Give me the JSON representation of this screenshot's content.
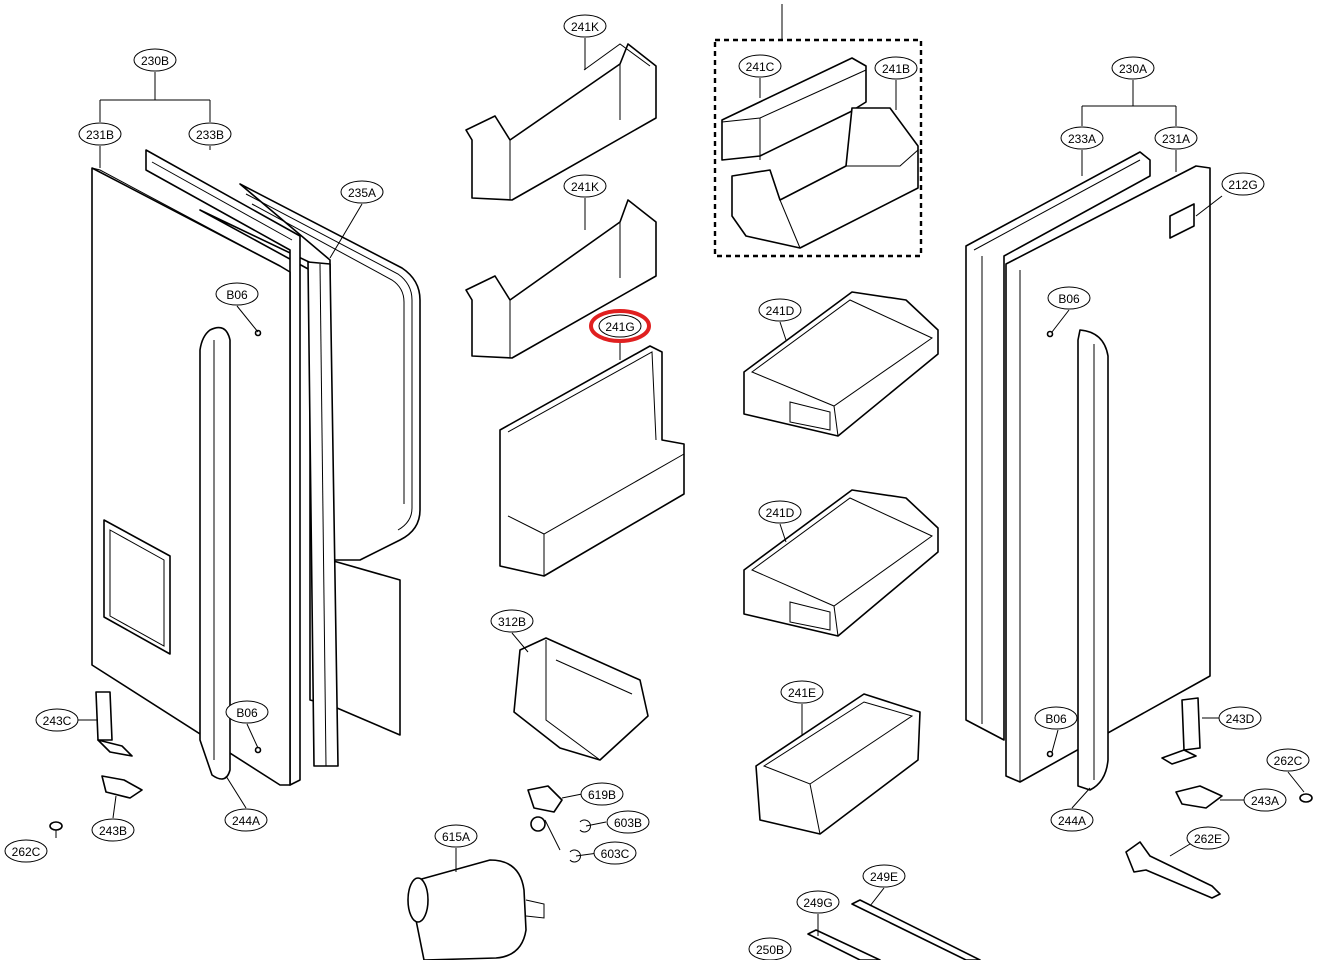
{
  "highlight": {
    "label": "241G",
    "color": "#e02020"
  },
  "callouts": [
    {
      "id": "230B",
      "label": "230B"
    },
    {
      "id": "231B",
      "label": "231B"
    },
    {
      "id": "233B",
      "label": "233B"
    },
    {
      "id": "235A",
      "label": "235A"
    },
    {
      "id": "B06a",
      "label": "B06"
    },
    {
      "id": "B06b",
      "label": "B06"
    },
    {
      "id": "243C",
      "label": "243C"
    },
    {
      "id": "243B",
      "label": "243B"
    },
    {
      "id": "244Aa",
      "label": "244A"
    },
    {
      "id": "262Ca",
      "label": "262C"
    },
    {
      "id": "241Ka",
      "label": "241K"
    },
    {
      "id": "241Kb",
      "label": "241K"
    },
    {
      "id": "241G",
      "label": "241G"
    },
    {
      "id": "312B",
      "label": "312B"
    },
    {
      "id": "619B",
      "label": "619B"
    },
    {
      "id": "603B",
      "label": "603B"
    },
    {
      "id": "603C",
      "label": "603C"
    },
    {
      "id": "615A",
      "label": "615A"
    },
    {
      "id": "241C",
      "label": "241C"
    },
    {
      "id": "241B",
      "label": "241B"
    },
    {
      "id": "241Da",
      "label": "241D"
    },
    {
      "id": "241Db",
      "label": "241D"
    },
    {
      "id": "241E",
      "label": "241E"
    },
    {
      "id": "249G",
      "label": "249G"
    },
    {
      "id": "249E",
      "label": "249E"
    },
    {
      "id": "250B",
      "label": "250B"
    },
    {
      "id": "230A",
      "label": "230A"
    },
    {
      "id": "233A",
      "label": "233A"
    },
    {
      "id": "231A",
      "label": "231A"
    },
    {
      "id": "212G",
      "label": "212G"
    },
    {
      "id": "B06c",
      "label": "B06"
    },
    {
      "id": "B06d",
      "label": "B06"
    },
    {
      "id": "243D",
      "label": "243D"
    },
    {
      "id": "262Cb",
      "label": "262C"
    },
    {
      "id": "243A",
      "label": "243A"
    },
    {
      "id": "244Ab",
      "label": "244A"
    },
    {
      "id": "262E",
      "label": "262E"
    }
  ]
}
